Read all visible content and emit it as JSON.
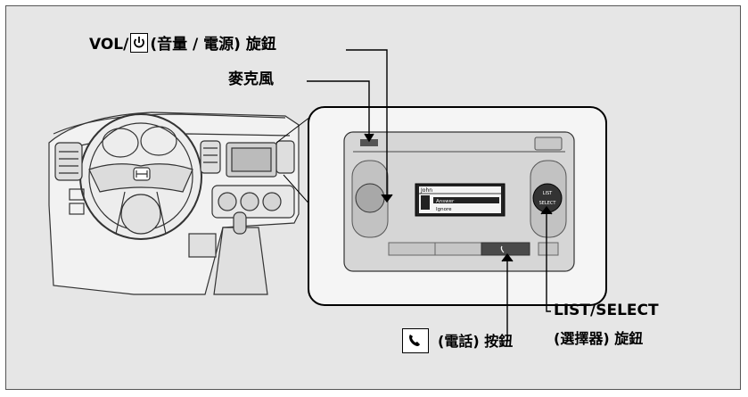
{
  "labels": {
    "vol_prefix": "VOL/",
    "vol_suffix": "(音量 / 電源) 旋鈕",
    "mic": "麥克風",
    "list_select_line1": "LIST/SELECT",
    "list_select_line2": "(選擇器) 旋鈕",
    "phone_button": "(電話) 按鈕"
  },
  "screen": {
    "caller": "John",
    "answer": "Answer",
    "ignore": "Ignore"
  },
  "knob_label": {
    "line1": "LIST",
    "line2": "SELECT"
  },
  "icons": [
    "power-icon",
    "phone-icon"
  ],
  "colors": {
    "background": "#e6e6e6",
    "panel_outline": "#000000",
    "callout_line": "#000000"
  }
}
